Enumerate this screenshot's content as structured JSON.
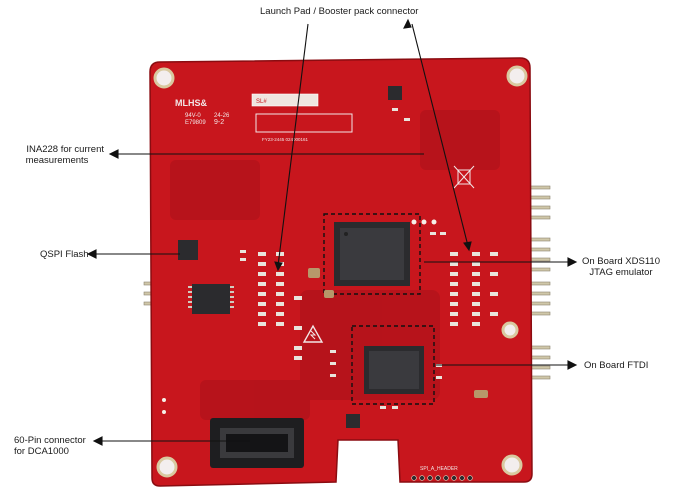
{
  "annotations": {
    "launchpad": "Launch Pad / Booster pack connector",
    "ina228_line1": "INA228 for current",
    "ina228_line2": "measurements",
    "qspi": "QSPI Flash",
    "xds110_line1": "On Board XDS110",
    "xds110_line2": "JTAG emulator",
    "ftdi": "On Board FTDI",
    "pin60_line1": "60-Pin connector",
    "pin60_line2": "for DCA1000"
  },
  "board_markings": {
    "logo": "MLHS&",
    "code1": "94V-0",
    "code2": "24-26",
    "code3": "E79809",
    "code4": "9-2",
    "sl": "SL#",
    "serial": "FY23-2445 024000161",
    "spi_header": "SPI_A_HEADER"
  },
  "colors": {
    "pcb": "#c8161d",
    "pcb_dark": "#9d0f14",
    "chip": "#2b2b2e",
    "silk": "#f2e6e6",
    "pad": "#e9e4dc",
    "background": "#ffffff"
  }
}
